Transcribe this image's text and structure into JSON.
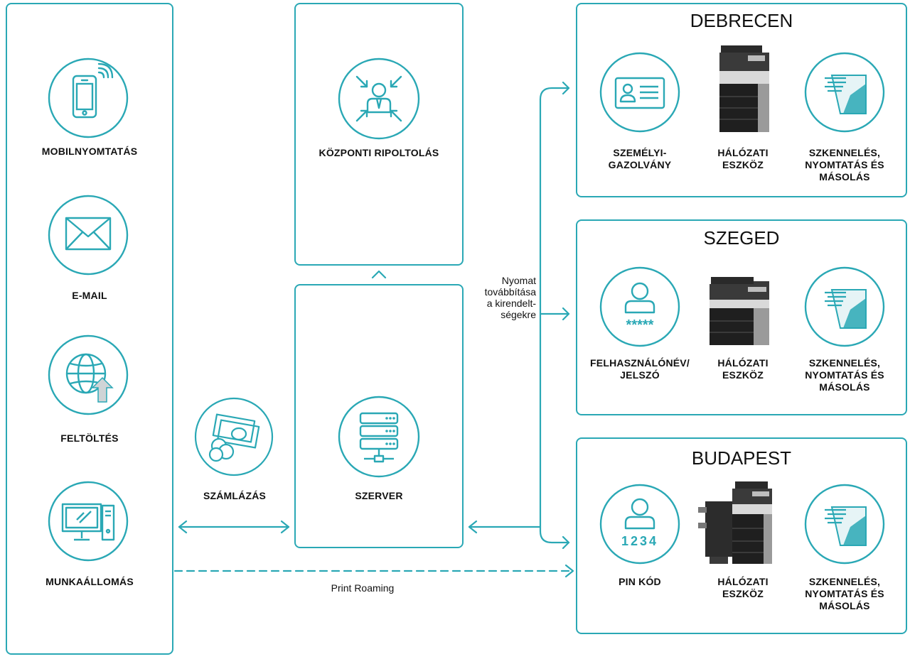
{
  "colors": {
    "accent": "#2aa8b5",
    "text": "#111111"
  },
  "left_panel": {
    "items": [
      {
        "label": "MOBILNYOMTATÁS",
        "icon": "mobile-phone-icon"
      },
      {
        "label": "E-MAIL",
        "icon": "envelope-icon"
      },
      {
        "label": "FELTÖLTÉS",
        "icon": "globe-upload-icon"
      },
      {
        "label": "MUNKAÁLLOMÁS",
        "icon": "workstation-icon"
      }
    ]
  },
  "billing": {
    "label": "SZÁMLÁZÁS",
    "icon": "money-icon"
  },
  "central": {
    "label": "KÖZPONTI RIPOLTOLÁS",
    "icon": "central-user-icon"
  },
  "server": {
    "label": "SZERVER",
    "icon": "server-icon"
  },
  "forward_note": "Nyomat\ntovábbítása\na kirendelt-\nségekre",
  "print_roaming": "Print Roaming",
  "branches": [
    {
      "city": "DEBRECEN",
      "auth_label": "SZEMÉLYI-\nGAZOLVÁNY",
      "auth_icon": "id-card-icon",
      "device_label": "HÁLÓZATI\nESZKÖZ",
      "device_icon": "printer-icon",
      "scan_label": "SZKENNELÉS,\nNYOMTATÁS ÉS\nMÁSOLÁS",
      "scan_icon": "document-icon"
    },
    {
      "city": "SZEGED",
      "auth_label": "FELHASZNÁLÓNÉV/\nJELSZÓ",
      "auth_icon": "user-password-icon",
      "auth_mark": "*****",
      "device_label": "HÁLÓZATI\nESZKÖZ",
      "device_icon": "printer-icon",
      "scan_label": "SZKENNELÉS,\nNYOMTATÁS ÉS\nMÁSOLÁS",
      "scan_icon": "document-icon"
    },
    {
      "city": "BUDAPEST",
      "auth_label": "PIN KÓD",
      "auth_icon": "user-pin-icon",
      "auth_mark": "1234",
      "device_label": "HÁLÓZATI\nESZKÖZ",
      "device_icon": "printer-icon",
      "scan_label": "SZKENNELÉS,\nNYOMTATÁS ÉS\nMÁSOLÁS",
      "scan_icon": "document-icon"
    }
  ]
}
